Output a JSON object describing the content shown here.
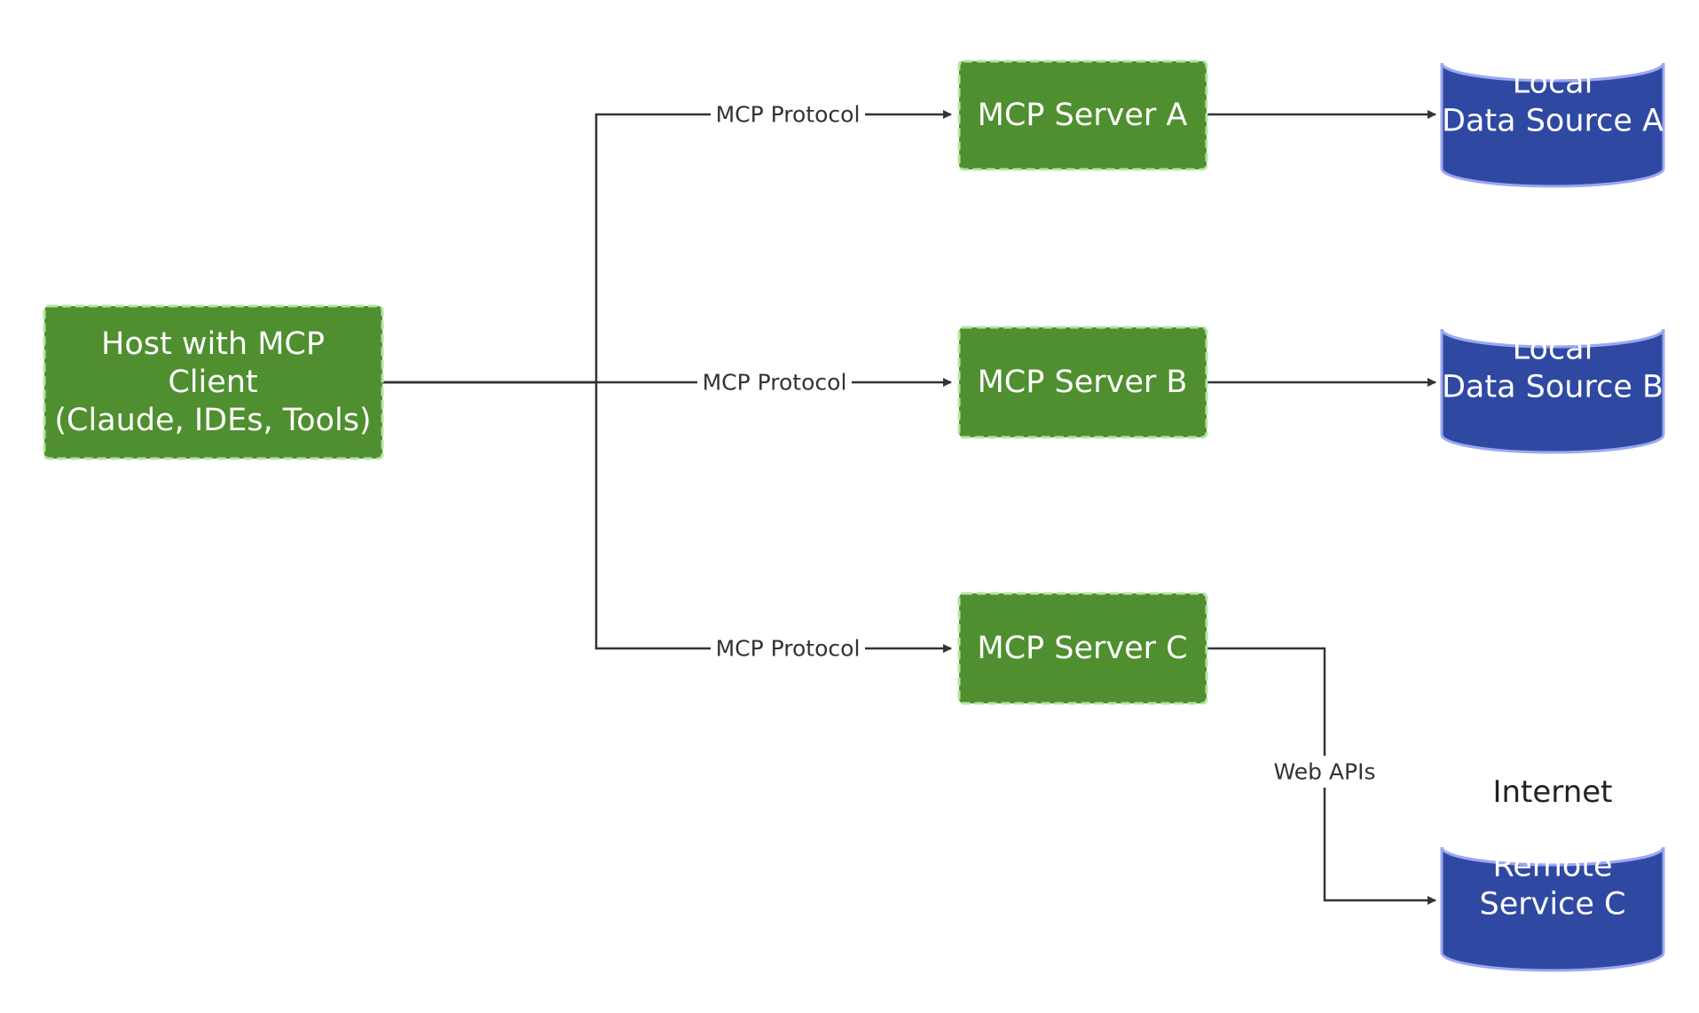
{
  "colors": {
    "process_fill": "#4f8f2f",
    "process_stroke": "#b3e6a0",
    "database_fill": "#2f49a3",
    "database_stroke": "#9ba8f0",
    "edge": "#333333",
    "label_bg": "#ffffff"
  },
  "nodes": {
    "host": {
      "lines": [
        "Host with MCP",
        "Client",
        "(Claude, IDEs, Tools)"
      ]
    },
    "server_a": {
      "lines": [
        "MCP Server A"
      ]
    },
    "server_b": {
      "lines": [
        "MCP Server B"
      ]
    },
    "server_c": {
      "lines": [
        "MCP Server C"
      ]
    },
    "data_a": {
      "lines": [
        "Local",
        "Data Source A"
      ]
    },
    "data_b": {
      "lines": [
        "Local",
        "Data Source B"
      ]
    },
    "remote_c": {
      "lines": [
        "Remote",
        "Service C"
      ]
    }
  },
  "edges": {
    "host_to_a": "MCP Protocol",
    "host_to_b": "MCP Protocol",
    "host_to_c": "MCP Protocol",
    "c_to_remote": "Web APIs"
  },
  "groups": {
    "internet": "Internet"
  }
}
